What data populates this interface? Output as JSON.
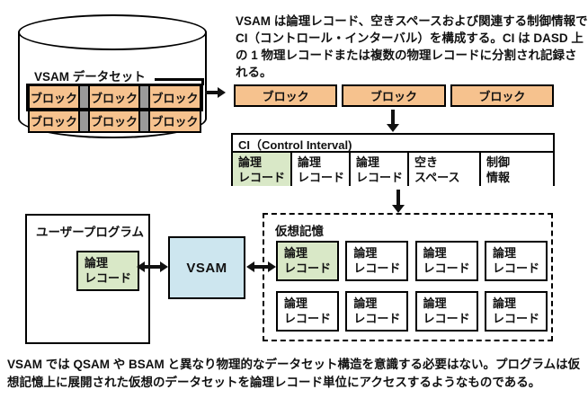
{
  "colors": {
    "block_orange": "#F6C28E",
    "record_green": "#D9E8C7",
    "vsam_blue": "#CDE6EF",
    "separator_gray": "#9A9A9A"
  },
  "cylinder": {
    "title": "VSAM データセット",
    "blocks": [
      "ブロック",
      "ブロック",
      "ブロック",
      "ブロック",
      "ブロック",
      "ブロック"
    ]
  },
  "top_paragraph": "VSAM は論理レコード、空きスペースおよび関連する制御情報で CI（コントロール・インターバル）を構成する。CI は DASD 上の 1 物理レコードまたは複数の物理レコードに分割され記録される。",
  "block_row": [
    "ブロック",
    "ブロック",
    "ブロック"
  ],
  "ci": {
    "title": "CI（Control Interval)",
    "cells": [
      "論理\nレコード",
      "論理\nレコード",
      "論理\nレコード",
      "空き\nスペース",
      "制御\n情報"
    ]
  },
  "virtual_storage": {
    "title": "仮想記憶",
    "records": [
      "論理\nレコード",
      "論理\nレコード",
      "論理\nレコード",
      "論理\nレコード",
      "論理\nレコード",
      "論理\nレコード",
      "論理\nレコード",
      "論理\nレコード"
    ]
  },
  "user_program": {
    "title": "ユーザープログラム",
    "record": "論理\nレコード"
  },
  "vsam_label": "VSAM",
  "bottom_paragraph": "VSAM では QSAM や BSAM と異なり物理的なデータセット構造を意識する必要はない。プログラムは仮想記憶上に展開された仮想のデータセットを論理レコード単位にアクセスするようなものである。"
}
